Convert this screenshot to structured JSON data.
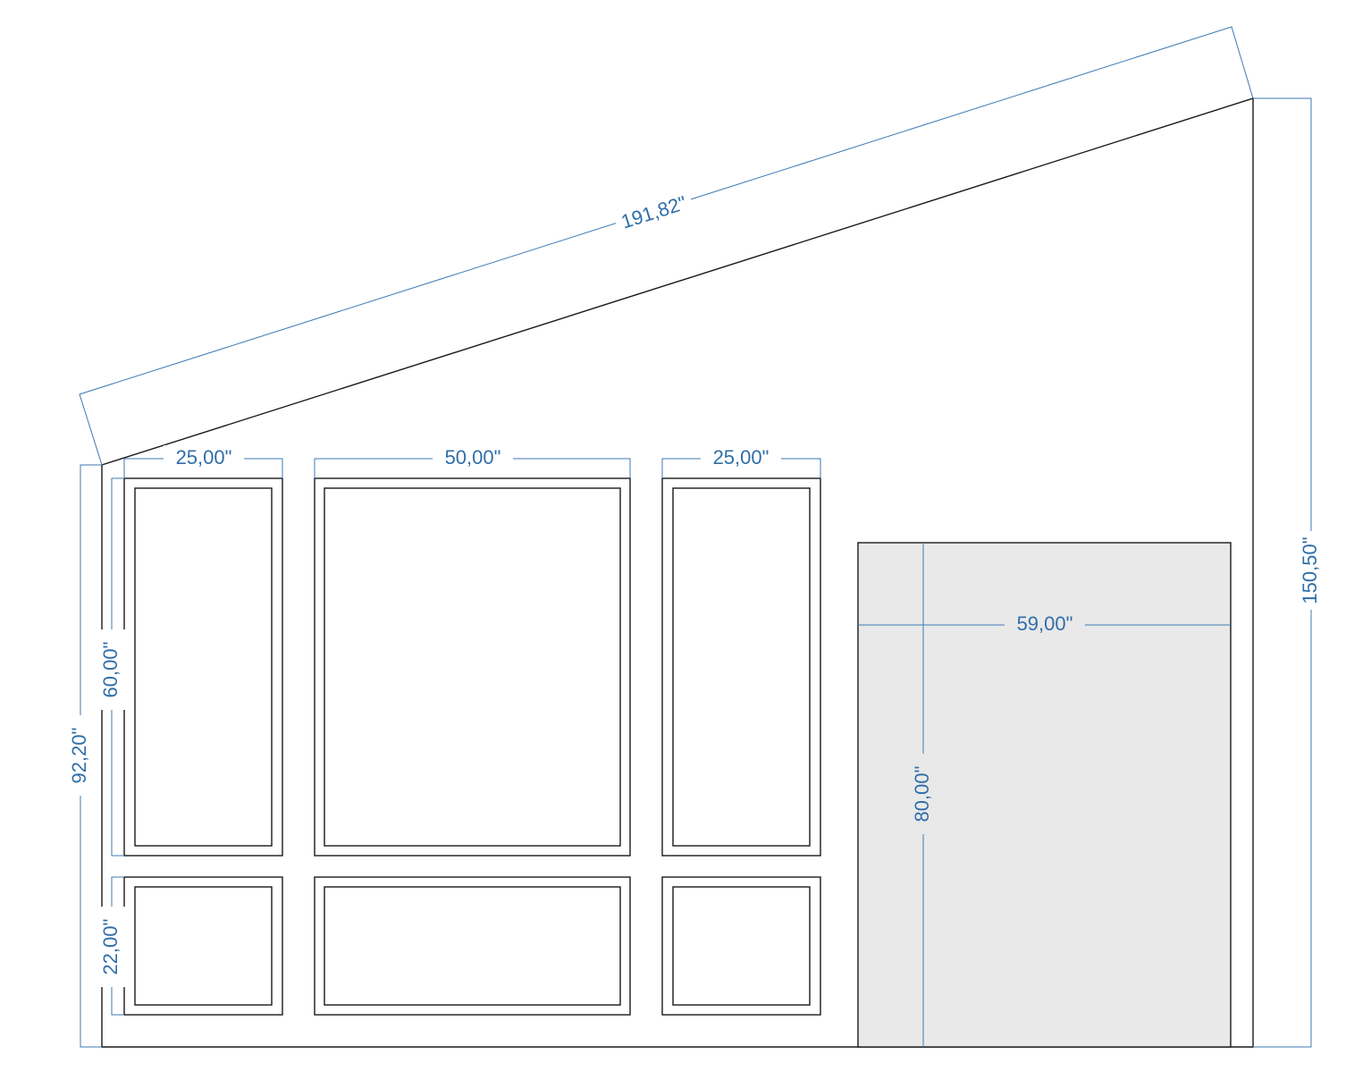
{
  "diagram": {
    "title": "",
    "dimensions": {
      "slope_length": "191,82\"",
      "right_height": "150,50\"",
      "left_height": "92,20\"",
      "panel_left_width": "25,00\"",
      "panel_center_width": "50,00\"",
      "panel_right_width": "25,00\"",
      "upper_panel_height": "60,00\"",
      "lower_panel_height": "22,00\"",
      "door_width": "59,00\"",
      "door_height": "80,00\""
    },
    "colors": {
      "dimension": "#3c7ab4",
      "dimension_text": "#2f6ea8",
      "outline": "#1a1a1a",
      "door_fill": "#e9e9e9"
    }
  }
}
